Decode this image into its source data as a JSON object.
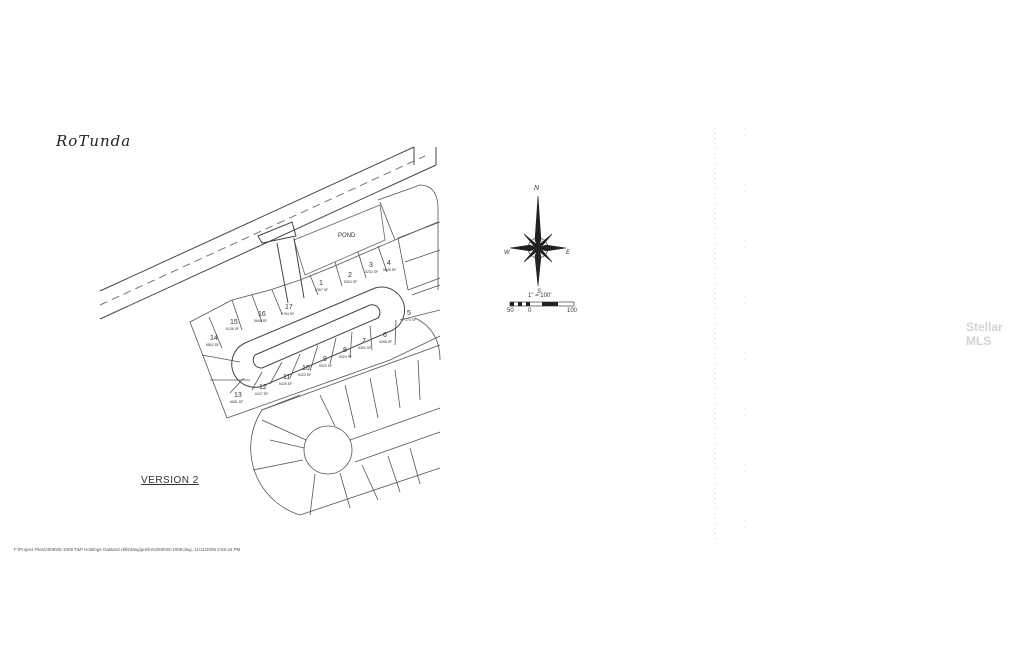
{
  "title_handwritten": "RoTunda",
  "version_label": "VERSION 2",
  "pond_label": "POND",
  "watermark": "Stellar MLS",
  "footer_path": "F:\\Project Files\\2005\\05-1008 T&P Holdings Oakland Hills\\Dwg\\prelim\\2008\\05-1008.dwg, 11/11/2005 2:55:34 PM",
  "compass": {
    "north": "N",
    "east": "E",
    "south": "S",
    "west": "W"
  },
  "scale_bar": {
    "ratio": "1\" = 100'",
    "ticks": [
      "50",
      "0",
      "100"
    ]
  },
  "lots": [
    {
      "num": "1",
      "area": "5357 SF"
    },
    {
      "num": "2",
      "area": "5254 SF"
    },
    {
      "num": "3",
      "area": "5232 SF"
    },
    {
      "num": "4",
      "area": "5626 SF"
    },
    {
      "num": "5",
      "area": "7174 SF"
    },
    {
      "num": "6",
      "area": "5398 SF"
    },
    {
      "num": "7",
      "area": "5302 SF"
    },
    {
      "num": "8",
      "area": "5324 SF"
    },
    {
      "num": "9",
      "area": "5323 SF"
    },
    {
      "num": "10",
      "area": "5323 SF"
    },
    {
      "num": "11",
      "area": "5326 SF"
    },
    {
      "num": "12",
      "area": "6107 SF"
    },
    {
      "num": "13",
      "area": "6681 SF"
    },
    {
      "num": "14",
      "area": "6802 SF"
    },
    {
      "num": "15",
      "area": "6136 SF"
    },
    {
      "num": "16",
      "area": "5646 SF"
    },
    {
      "num": "17",
      "area": "5794 SF"
    }
  ],
  "colors": {
    "ink": "#333333",
    "paper": "#ffffff",
    "watermark": "#d4d4d4"
  }
}
